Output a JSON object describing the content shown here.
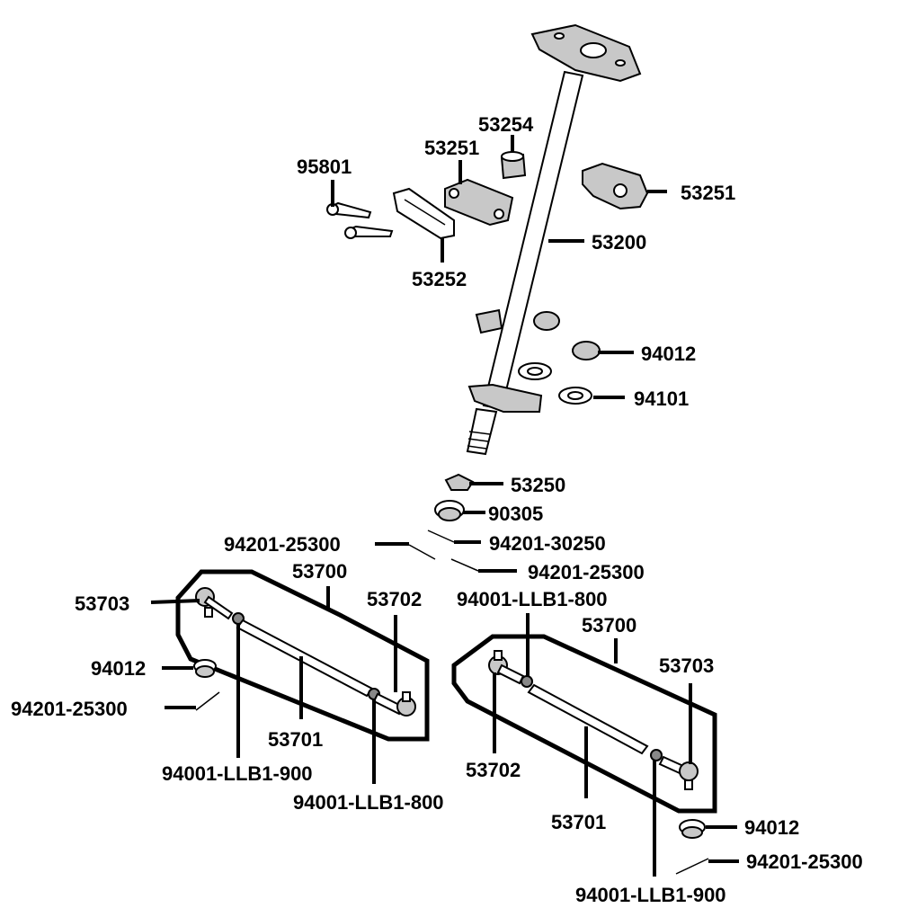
{
  "labels": {
    "p53254": "53254",
    "p53251a": "53251",
    "p95801": "95801",
    "p53251b": "53251",
    "p53200": "53200",
    "p53252": "53252",
    "p94012a": "94012",
    "p94101": "94101",
    "p53250": "53250",
    "p90305": "90305",
    "p94201_25300a": "94201-25300",
    "p94201_30250": "94201-30250",
    "p53700a": "53700",
    "p94201_25300b": "94201-25300",
    "p53703a": "53703",
    "p53702a": "53702",
    "p94001_llb1_800a": "94001-LLB1-800",
    "p53700b": "53700",
    "p94012b": "94012",
    "p53703b": "53703",
    "p94201_25300c": "94201-25300",
    "p53701a": "53701",
    "p53702b": "53702",
    "p94001_llb1_900a": "94001-LLB1-900",
    "p94001_llb1_800b": "94001-LLB1-800",
    "p53701b": "53701",
    "p94012c": "94012",
    "p94201_25300d": "94201-25300",
    "p94001_llb1_900b": "94001-LLB1-900"
  },
  "colors": {
    "line": "#000000",
    "background": "#ffffff",
    "shade": "#c8c8c8"
  }
}
